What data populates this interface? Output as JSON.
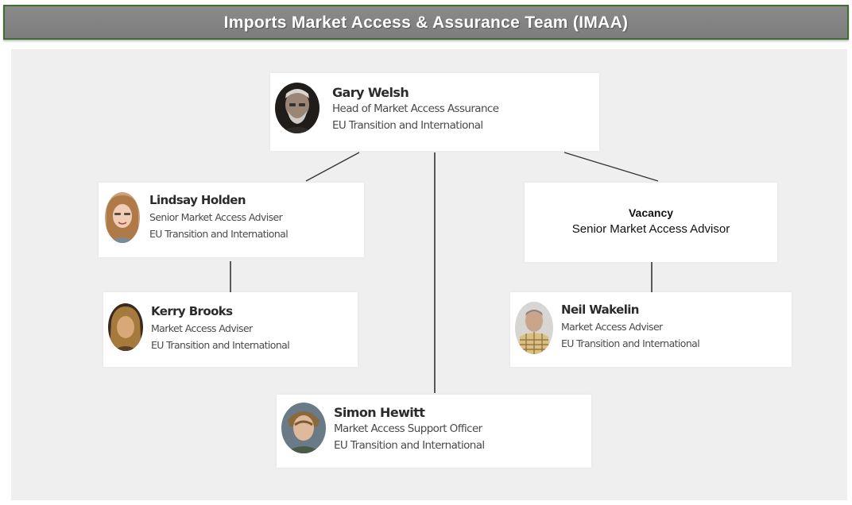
{
  "banner": {
    "title": "Imports Market Access & Assurance Team (IMAA)"
  },
  "people": {
    "gary": {
      "name": "Gary Welsh",
      "role": "Head of Market Access Assurance",
      "dept": "EU Transition and International"
    },
    "lindsay": {
      "name": "Lindsay Holden",
      "role": "Senior Market Access Adviser",
      "dept": "EU Transition and International"
    },
    "kerry": {
      "name": "Kerry Brooks",
      "role": "Market Access Adviser",
      "dept": "EU Transition and International"
    },
    "neil": {
      "name": "Neil Wakelin",
      "role": "Market Access Adviser",
      "dept": "EU Transition and International"
    },
    "simon": {
      "name": "Simon Hewitt",
      "role": "Market Access Support Officer",
      "dept": "EU Transition and International"
    }
  },
  "vacancy": {
    "title": "Vacancy",
    "role": "Senior Market Access Advisor"
  }
}
